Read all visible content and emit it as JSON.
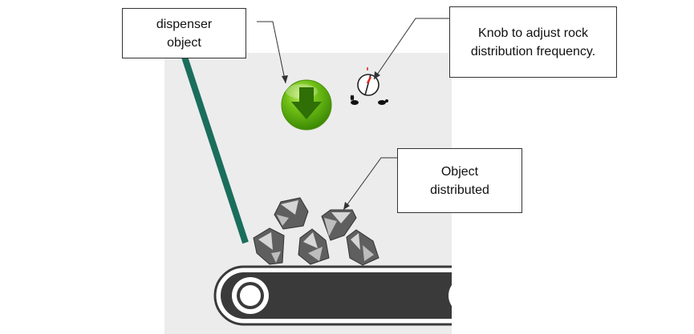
{
  "callouts": {
    "dispenser": {
      "line1": "dispenser",
      "line2": "object"
    },
    "knob": {
      "line1": "Knob to adjust rock",
      "line2": "distribution frequency."
    },
    "object": {
      "line1": "Object",
      "line2": "distributed"
    }
  },
  "icons": {
    "dispenser": "down-arrow-button-icon",
    "knob": "frequency-knob-icon",
    "fast": "rabbit-icon",
    "slow": "turtle-icon",
    "rock": "rock-icon",
    "belt": "conveyor-belt"
  },
  "colors": {
    "canvas": "#ececec",
    "ramp": "#1b6e5c",
    "dispenser_green": "#5aa80a",
    "belt": "#3a3a3a",
    "rock_dark": "#5f5f5f",
    "rock_light": "#d6d6d6",
    "knob_indicator": "#e02020"
  }
}
